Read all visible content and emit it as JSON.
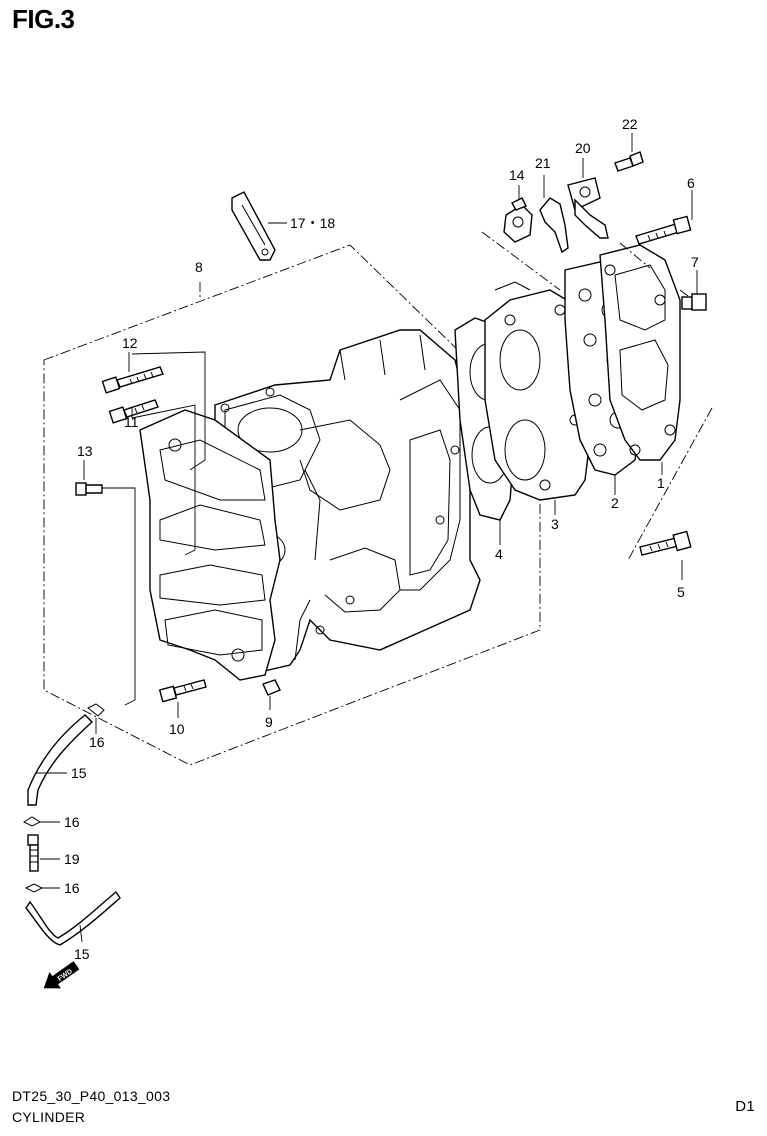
{
  "figure": {
    "title": "FIG.3"
  },
  "footer": {
    "code": "DT25_30_P40_013_003",
    "name": "CYLINDER",
    "page": "D1"
  },
  "callouts": {
    "c1": "1",
    "c2": "2",
    "c3": "3",
    "c4": "4",
    "c5": "5",
    "c6": "6",
    "c7": "7",
    "c8": "8",
    "c9": "9",
    "c10": "10",
    "c11": "11",
    "c12": "12",
    "c13": "13",
    "c14": "14",
    "c15a": "15",
    "c15b": "15",
    "c16a": "16",
    "c16b": "16",
    "c16c": "16",
    "c1718": "17・18",
    "c19": "19",
    "c20": "20",
    "c21": "21",
    "c22": "22"
  },
  "fwd_arrow": {
    "text": "FWD",
    "icon": "forward-arrow-icon"
  }
}
